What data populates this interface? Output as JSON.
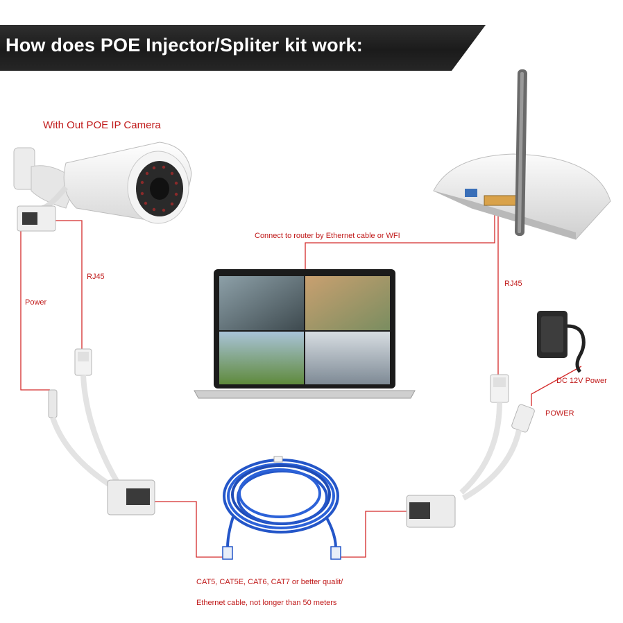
{
  "title": "How does POE Injector/Spliter kit work:",
  "labels": {
    "camera": "With Out POE IP Camera",
    "router_connect": "Connect to router by Ethernet cable or WFI",
    "rj45_left": "RJ45",
    "power_left": "Power",
    "rj45_right": "RJ45",
    "dc_power": "DC 12V Power",
    "power_right": "POWER",
    "cable_line1": "CAT5, CAT5E, CAT6, CAT7 or better qualit/",
    "cable_line2": "Ethernet cable, not longer than 50 meters"
  },
  "colors": {
    "banner": "#222222",
    "connector_line": "#d42a2a",
    "label_text": "#c01a1a",
    "cable": "#2456c8"
  },
  "icons": [
    "ip-camera-icon",
    "wifi-router-icon",
    "laptop-icon",
    "power-adapter-icon",
    "poe-splitter-icon",
    "poe-injector-icon",
    "ethernet-cable-icon"
  ]
}
